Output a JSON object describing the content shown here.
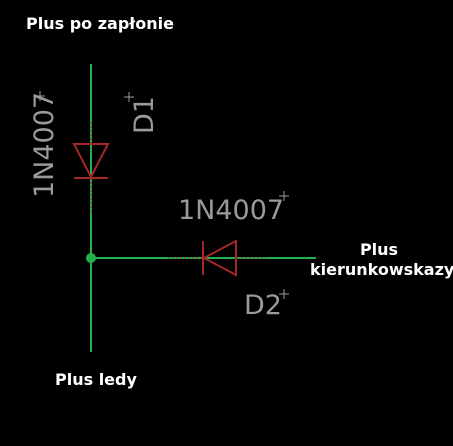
{
  "labels": {
    "ignition": "Plus po zapłonie",
    "turn_signal_line1": "Plus",
    "turn_signal_line2": "kierunkowskazy",
    "leds": "Plus ledy"
  },
  "components": {
    "d1": {
      "ref": "D1",
      "value": "1N4007"
    },
    "d2": {
      "ref": "D2",
      "value": "1N4007"
    }
  },
  "colors": {
    "background": "#000000",
    "wire": "#22b14c",
    "diode": "#a42828",
    "component_text": "#9a9a9a",
    "net_label": "#ffffff"
  }
}
